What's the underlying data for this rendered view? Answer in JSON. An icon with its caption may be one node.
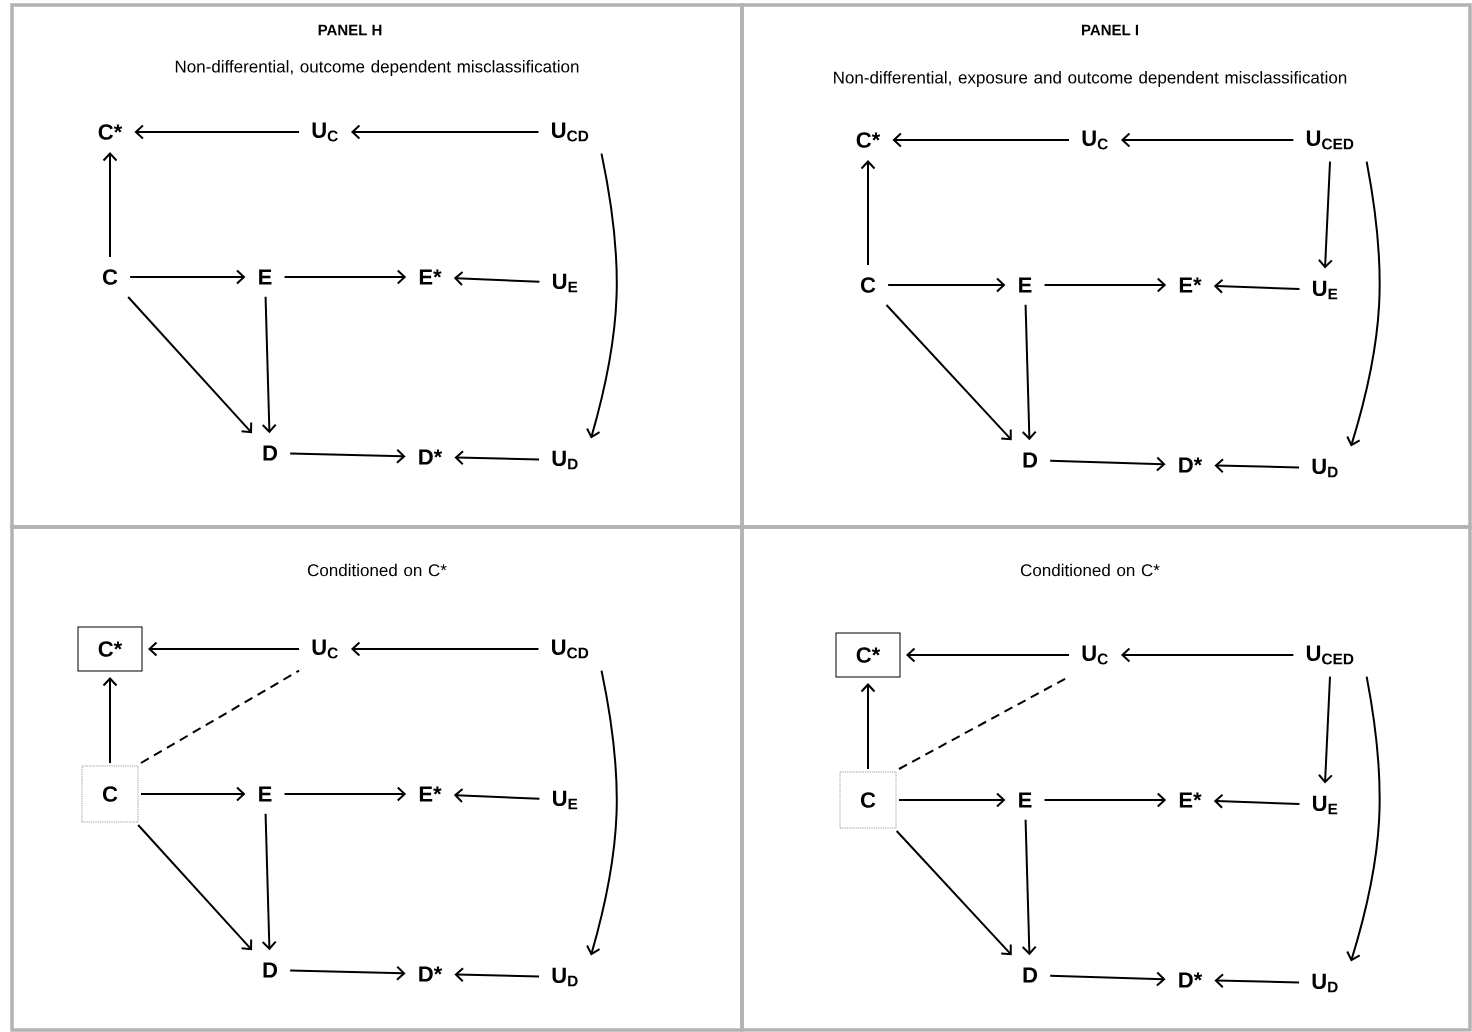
{
  "diagram": {
    "nodes": [
      {
        "text": [
          "PANEL H",
          "Non-differential, outcome dependent misclassification"
        ]
      },
      {
        "text": [
          "C*"
        ],
        "in": 0
      },
      {
        "text": [
          "U$_{C}$"
        ],
        "in": 0
      },
      {
        "text": [
          "U$_{CD}$"
        ],
        "in": 0
      },
      {
        "text": [
          "C"
        ],
        "in": 0
      },
      {
        "text": [
          "E"
        ],
        "in": 0
      },
      {
        "text": [
          "E*"
        ],
        "in": 0
      },
      {
        "text": [
          "U$_{E}$"
        ],
        "in": 0
      },
      {
        "text": [
          "D"
        ],
        "in": 0
      },
      {
        "text": [
          "D*"
        ],
        "in": 0
      },
      {
        "text": [
          "U$_{D}$"
        ],
        "in": 0
      },
      {
        "text": [
          "PANEL I",
          "Non-differential, exposure and outcome dependent misclassification"
        ]
      },
      {
        "text": [
          "C*"
        ],
        "in": 11
      },
      {
        "text": [
          "U$_{C}$"
        ],
        "in": 11
      },
      {
        "text": [
          "U$_{CED}$"
        ],
        "in": 11
      },
      {
        "text": [
          "C"
        ],
        "in": 11
      },
      {
        "text": [
          "E"
        ],
        "in": 11
      },
      {
        "text": [
          "E*"
        ],
        "in": 11
      },
      {
        "text": [
          "U$_{E}$"
        ],
        "in": 11
      },
      {
        "text": [
          "D"
        ],
        "in": 11
      },
      {
        "text": [
          "D*"
        ],
        "in": 11
      },
      {
        "text": [
          "U$_{D}$"
        ],
        "in": 11
      },
      {
        "text": [
          "Conditioned on C*"
        ]
      },
      {
        "text": [
          "C*"
        ],
        "in": 22
      },
      {
        "text": [
          "U$_{C}$"
        ],
        "in": 22
      },
      {
        "text": [
          "U$_{CD}$"
        ],
        "in": 22
      },
      {
        "text": [
          "C"
        ],
        "in": 22
      },
      {
        "text": [
          "E"
        ],
        "in": 22
      },
      {
        "text": [
          "E*"
        ],
        "in": 22
      },
      {
        "text": [
          "U$_{E}$"
        ],
        "in": 22
      },
      {
        "text": [
          "D"
        ],
        "in": 22
      },
      {
        "text": [
          "D*"
        ],
        "in": 22
      },
      {
        "text": [
          "U$_{D}$"
        ],
        "in": 22
      },
      {
        "text": [
          "Conditioned on C*"
        ]
      },
      {
        "text": [
          "C*"
        ],
        "in": 33
      },
      {
        "text": [
          "U$_{C}$"
        ],
        "in": 33
      },
      {
        "text": [
          "U$_{CED}$"
        ],
        "in": 33
      },
      {
        "text": [
          "C"
        ],
        "in": 33
      },
      {
        "text": [
          "E"
        ],
        "in": 33
      },
      {
        "text": [
          "E*"
        ],
        "in": 33
      },
      {
        "text": [
          "U$_{E}$"
        ],
        "in": 33
      },
      {
        "text": [
          "D"
        ],
        "in": 33
      },
      {
        "text": [
          "D*"
        ],
        "in": 33
      },
      {
        "text": [
          "U$_{D}$"
        ],
        "in": 33
      }
    ],
    "edges": [
      {
        "from": 2,
        "to": 1,
        "arrow": "to"
      },
      {
        "from": 3,
        "to": 2,
        "arrow": "to"
      },
      {
        "from": 4,
        "to": 1,
        "arrow": "to"
      },
      {
        "from": 4,
        "to": 5,
        "arrow": "to"
      },
      {
        "from": 5,
        "to": 6,
        "arrow": "to"
      },
      {
        "from": 7,
        "to": 6,
        "arrow": "to"
      },
      {
        "from": 4,
        "to": 8,
        "arrow": "to"
      },
      {
        "from": 5,
        "to": 8,
        "arrow": "to"
      },
      {
        "from": 8,
        "to": 9,
        "arrow": "to"
      },
      {
        "from": 10,
        "to": 9,
        "arrow": "to"
      },
      {
        "from": 3,
        "to": 10,
        "arrow": "to"
      },
      {
        "from": 13,
        "to": 12,
        "arrow": "to"
      },
      {
        "from": 14,
        "to": 13,
        "arrow": "to"
      },
      {
        "from": 15,
        "to": 12,
        "arrow": "to"
      },
      {
        "from": 15,
        "to": 16,
        "arrow": "to"
      },
      {
        "from": 16,
        "to": 17,
        "arrow": "to"
      },
      {
        "from": 18,
        "to": 17,
        "arrow": "to"
      },
      {
        "from": 15,
        "to": 19,
        "arrow": "to"
      },
      {
        "from": 16,
        "to": 19,
        "arrow": "to"
      },
      {
        "from": 19,
        "to": 20,
        "arrow": "to"
      },
      {
        "from": 21,
        "to": 20,
        "arrow": "to"
      },
      {
        "from": 14,
        "to": 21,
        "arrow": "to"
      },
      {
        "from": 14,
        "to": 18,
        "arrow": "to"
      },
      {
        "from": 24,
        "to": 23,
        "arrow": "to"
      },
      {
        "from": 25,
        "to": 24,
        "arrow": "to"
      },
      {
        "from": 26,
        "to": 23,
        "arrow": "to"
      },
      {
        "from": 26,
        "to": 27,
        "arrow": "to"
      },
      {
        "from": 27,
        "to": 28,
        "arrow": "to"
      },
      {
        "from": 29,
        "to": 28,
        "arrow": "to"
      },
      {
        "from": 26,
        "to": 30,
        "arrow": "to"
      },
      {
        "from": 27,
        "to": 30,
        "arrow": "to"
      },
      {
        "from": 30,
        "to": 31,
        "arrow": "to"
      },
      {
        "from": 32,
        "to": 31,
        "arrow": "to"
      },
      {
        "from": 25,
        "to": 32,
        "arrow": "to"
      },
      {
        "from": 26,
        "to": 24,
        "arrow": "none",
        "style": "dashed"
      },
      {
        "from": 35,
        "to": 34,
        "arrow": "to"
      },
      {
        "from": 36,
        "to": 35,
        "arrow": "to"
      },
      {
        "from": 37,
        "to": 34,
        "arrow": "to"
      },
      {
        "from": 37,
        "to": 38,
        "arrow": "to"
      },
      {
        "from": 38,
        "to": 39,
        "arrow": "to"
      },
      {
        "from": 40,
        "to": 39,
        "arrow": "to"
      },
      {
        "from": 37,
        "to": 41,
        "arrow": "to"
      },
      {
        "from": 38,
        "to": 41,
        "arrow": "to"
      },
      {
        "from": 41,
        "to": 42,
        "arrow": "to"
      },
      {
        "from": 43,
        "to": 42,
        "arrow": "to"
      },
      {
        "from": 36,
        "to": 43,
        "arrow": "to"
      },
      {
        "from": 36,
        "to": 40,
        "arrow": "to"
      },
      {
        "from": 37,
        "to": 35,
        "arrow": "none",
        "style": "dashed"
      }
    ]
  }
}
